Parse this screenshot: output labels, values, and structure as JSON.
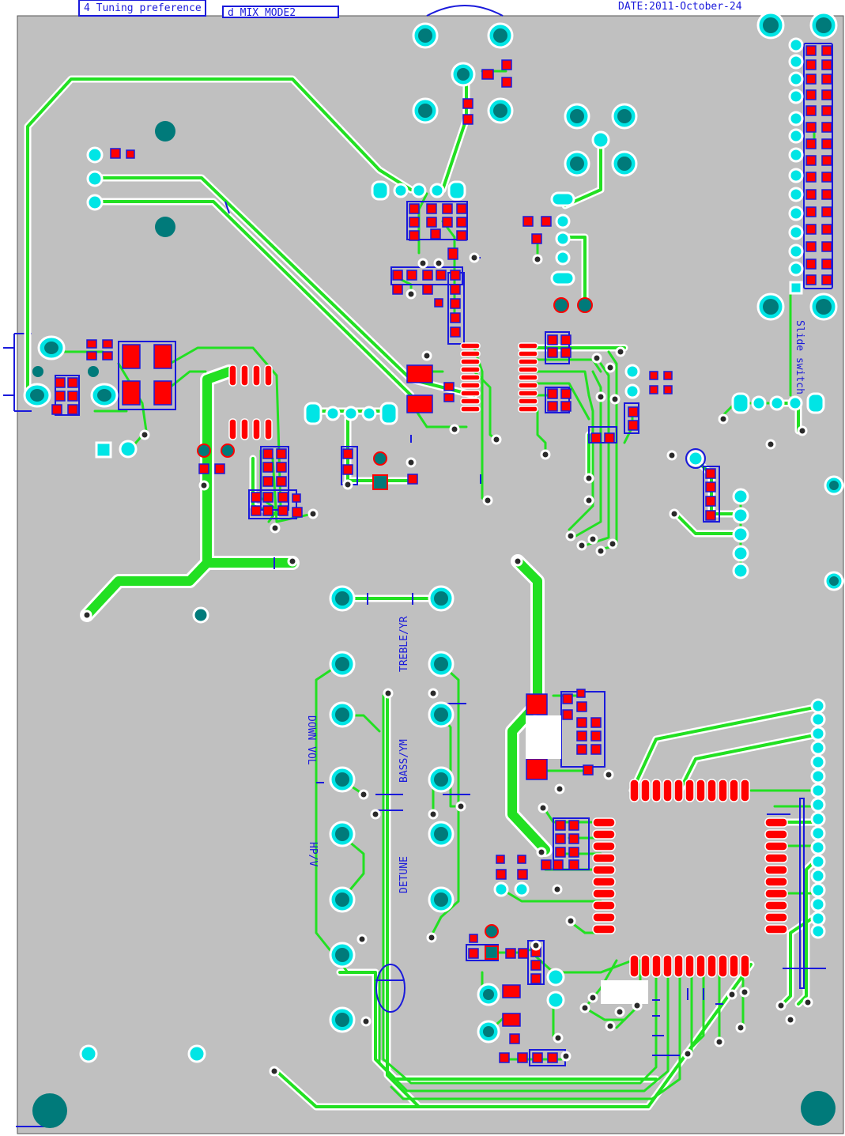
{
  "header": {
    "label_tuning": "4 Tuning preference",
    "label_mix": "d MIX MODE2",
    "label_date": "DATE:2011-October-24"
  },
  "silkscreen": {
    "slide_switch": "Slide switch",
    "down_vol": "DOWN VOL",
    "hp_v": "HP/V",
    "label_a": "TREBLE/YR",
    "label_b": "BASS/YM",
    "label_c": "DETUNE"
  },
  "colors": {
    "board": "#c0c0c0",
    "trace": "#22e022",
    "trace_outline": "#ffffff",
    "pad_cyan": "#00e5e5",
    "pad_teal": "#007a7a",
    "smd_pad": "#ff0000",
    "silk_outline": "#1a1adb",
    "via_dark": "#2a2a2a"
  }
}
